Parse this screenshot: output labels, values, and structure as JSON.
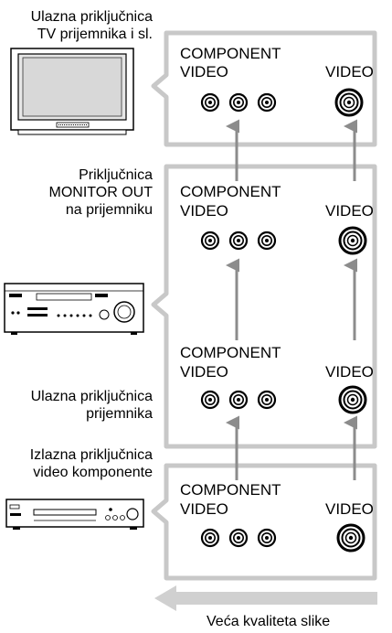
{
  "labels": {
    "tv_input": [
      "Ulazna priključnica",
      "TV prijemnika i sl."
    ],
    "monitor_out": [
      "Priključnica",
      "MONITOR OUT",
      "na prijemniku"
    ],
    "receiver_input": [
      "Ulazna priključnica",
      "prijemnika"
    ],
    "video_output": [
      "Izlazna priključnica",
      "video komponente"
    ],
    "quality": "Veća kvaliteta slike"
  },
  "jacks": {
    "component": [
      "COMPONENT",
      "VIDEO"
    ],
    "video": "VIDEO"
  },
  "colors": {
    "panel_border": "#c8c8c8",
    "arrow": "#8c8c8c",
    "quality_arrow": "#d0d0d0"
  }
}
